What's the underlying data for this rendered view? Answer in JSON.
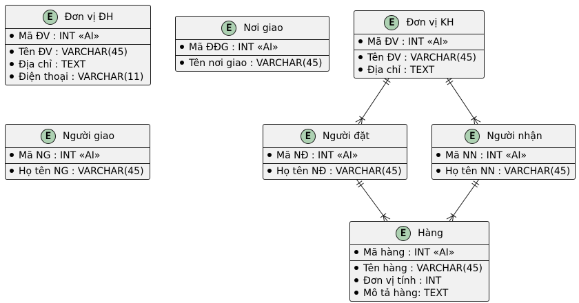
{
  "entity_icon_letter": "E",
  "colors": {
    "entity_fill": "#F1F1F1",
    "badge_fill": "#ADD1B2",
    "border": "#181818"
  },
  "entities": {
    "don_vi_dh": {
      "title": "Đơn vị ĐH",
      "keys": [
        "Mã ĐV : INT «AI»"
      ],
      "attrs": [
        "Tên ĐV : VARCHAR(45)",
        "Địa chỉ : TEXT",
        "Điện thoại : VARCHAR(11)"
      ]
    },
    "noi_giao": {
      "title": "Nơi giao",
      "keys": [
        "Mã ĐĐG : INT «AI»"
      ],
      "attrs": [
        "Tên nơi giao : VARCHAR(45)"
      ]
    },
    "don_vi_kh": {
      "title": "Đơn vị KH",
      "keys": [
        "Mã ĐV : INT «AI»"
      ],
      "attrs": [
        "Tên ĐV : VARCHAR(45)",
        "Địa chỉ : TEXT"
      ]
    },
    "nguoi_giao": {
      "title": "Người giao",
      "keys": [
        "Mã NG : INT «AI»"
      ],
      "attrs": [
        "Họ tên NG : VARCHAR(45)"
      ]
    },
    "nguoi_dat": {
      "title": "Người đặt",
      "keys": [
        "Mã NĐ : INT «AI»"
      ],
      "attrs": [
        "Họ tên NĐ : VARCHAR(45)"
      ]
    },
    "nguoi_nhan": {
      "title": "Người nhận",
      "keys": [
        "Mã NN : INT «AI»"
      ],
      "attrs": [
        "Họ tên NN : VARCHAR(45)"
      ]
    },
    "hang": {
      "title": "Hàng",
      "keys": [
        "Mã hàng : INT «AI»"
      ],
      "attrs": [
        "Tên hàng : VARCHAR(45)",
        "Đơn vị tính : INT",
        "Mô tả hàng: TEXT"
      ]
    }
  },
  "relationships": [
    {
      "from": "don_vi_kh",
      "to": "nguoi_dat",
      "from_card": "exactly-one",
      "to_card": "one-or-many"
    },
    {
      "from": "don_vi_kh",
      "to": "nguoi_nhan",
      "from_card": "exactly-one",
      "to_card": "one-or-many"
    },
    {
      "from": "nguoi_dat",
      "to": "hang",
      "from_card": "exactly-one",
      "to_card": "one-or-many"
    },
    {
      "from": "nguoi_nhan",
      "to": "hang",
      "from_card": "exactly-one",
      "to_card": "one-or-many"
    }
  ]
}
